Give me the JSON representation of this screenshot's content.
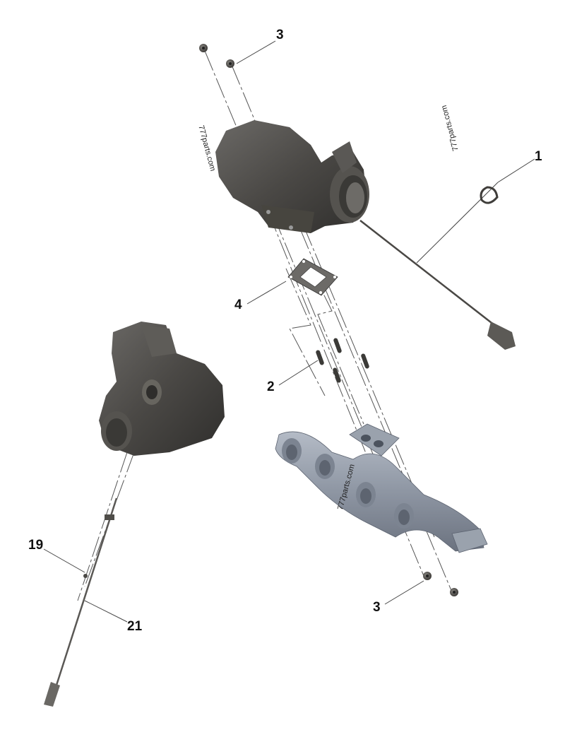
{
  "diagram": {
    "type": "exploded parts diagram",
    "subject": "Turbocharger and exhaust manifold assembly",
    "background": "#ffffff",
    "colors": {
      "turbo_dark": "#4a4845",
      "manifold": "#8e96a3",
      "leader_line": "#444444"
    }
  },
  "callouts": [
    {
      "id": "c3-top",
      "label": "3",
      "part": "flange nut (turbo mount, top)"
    },
    {
      "id": "c1",
      "label": "1",
      "part": "hose clamp with sensor cable"
    },
    {
      "id": "c4",
      "label": "4",
      "part": "turbocharger gasket"
    },
    {
      "id": "c2",
      "label": "2",
      "part": "stud (4x)"
    },
    {
      "id": "c19",
      "label": "19",
      "part": "bolt"
    },
    {
      "id": "c21",
      "label": "21",
      "part": "sensor cable / tube"
    },
    {
      "id": "c3-bottom",
      "label": "3",
      "part": "flange nut (manifold, bottom)"
    }
  ],
  "watermarks": [
    {
      "id": "wm1",
      "text": "777parts.com"
    },
    {
      "id": "wm2",
      "text": "777parts.com"
    },
    {
      "id": "wm3",
      "text": "777parts.com"
    }
  ],
  "components": [
    {
      "id": "turbo-upper",
      "name": "Turbocharger (exploded, upper)"
    },
    {
      "id": "turbo-lower",
      "name": "Turbocharger (assembled view, left)"
    },
    {
      "id": "manifold",
      "name": "Exhaust manifold"
    },
    {
      "id": "gasket",
      "name": "Gasket"
    },
    {
      "id": "studs",
      "name": "Studs"
    },
    {
      "id": "nuts",
      "name": "Nuts"
    },
    {
      "id": "sensor-right",
      "name": "Sensor with cable (right)"
    },
    {
      "id": "sensor-left",
      "name": "Sensor with cable (left)"
    }
  ]
}
